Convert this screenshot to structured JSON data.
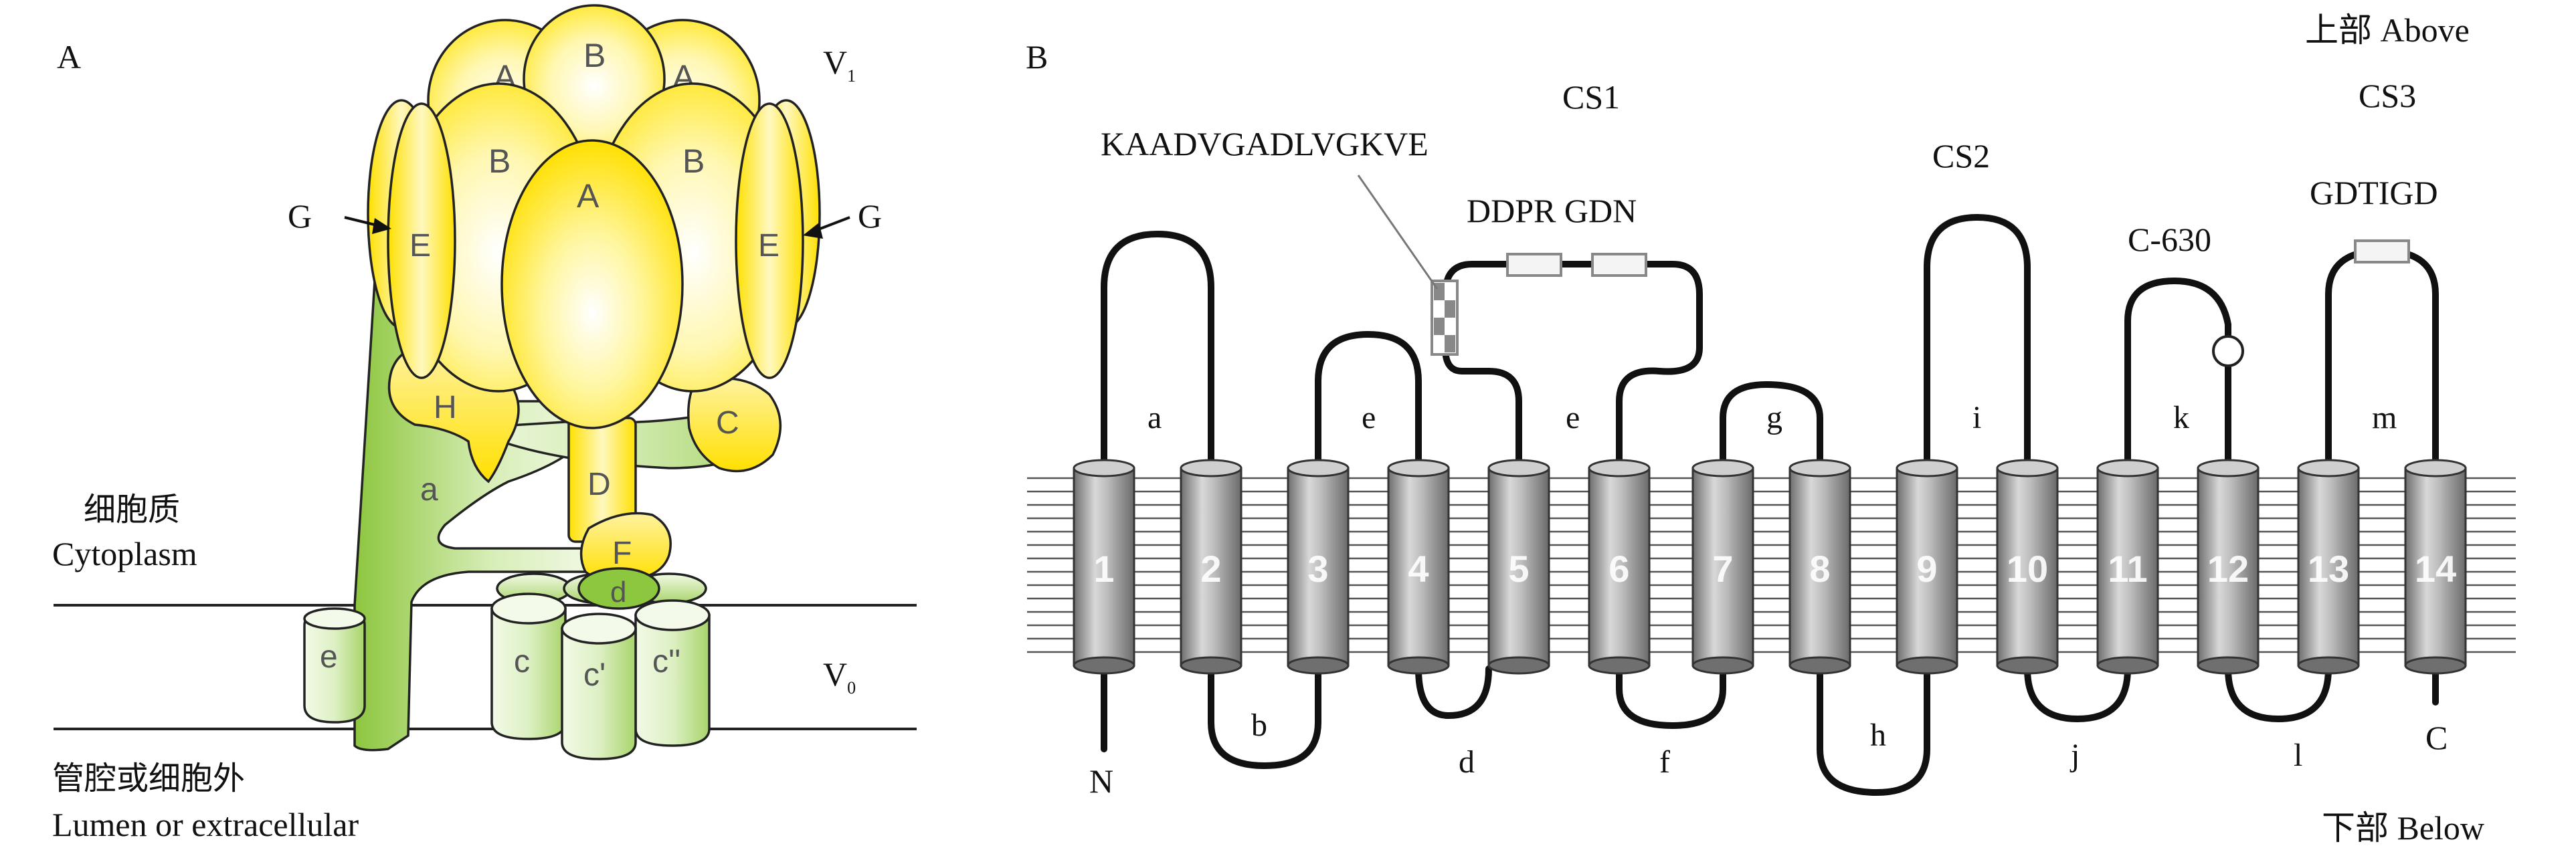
{
  "panelA": {
    "panel_label": "A",
    "v1_label": "V",
    "v1_sub": "1",
    "v0_label": "V",
    "v0_sub": "0",
    "cytoplasm_cn": "细胞质",
    "cytoplasm_en": "Cytoplasm",
    "lumen_cn": "管腔或细胞外",
    "lumen_en": "Lumen or extracellular",
    "g_left": "G",
    "g_right": "G",
    "subunits": {
      "a_top_left": "A",
      "b_top": "B",
      "a_top_right": "A",
      "b_mid_left": "B",
      "a_center": "A",
      "b_mid_right": "B",
      "e_left": "E",
      "e_right": "E",
      "h": "H",
      "c_right": "C",
      "d_upper": "D",
      "f": "F",
      "a_stalk": "a",
      "d_lower": "d",
      "e_small": "e",
      "c": "c",
      "c_prime": "c'",
      "c_dprime": "c''"
    },
    "colors": {
      "yellow": "#FFE000",
      "green": "#8DC63F",
      "green_light": "#E8F5D0"
    }
  },
  "panelB": {
    "panel_label": "B",
    "above": "上部 Above",
    "below": "下部 Below",
    "cs1": "CS1",
    "cs2": "CS2",
    "cs3": "CS3",
    "seq1": "KAADVGADLVGKVE",
    "seq2": "DDPR GDN",
    "seq3": "GDTIGD",
    "c630": "C-630",
    "n_term": "N",
    "c_term": "C",
    "tm_numbers": [
      "1",
      "2",
      "3",
      "4",
      "5",
      "6",
      "7",
      "8",
      "9",
      "10",
      "11",
      "12",
      "13",
      "14"
    ],
    "loop_labels_top": [
      "a",
      "e",
      "e",
      "g",
      "i",
      "k",
      "m"
    ],
    "loop_labels_bottom": [
      "b",
      "d",
      "f",
      "h",
      "j",
      "l"
    ]
  }
}
